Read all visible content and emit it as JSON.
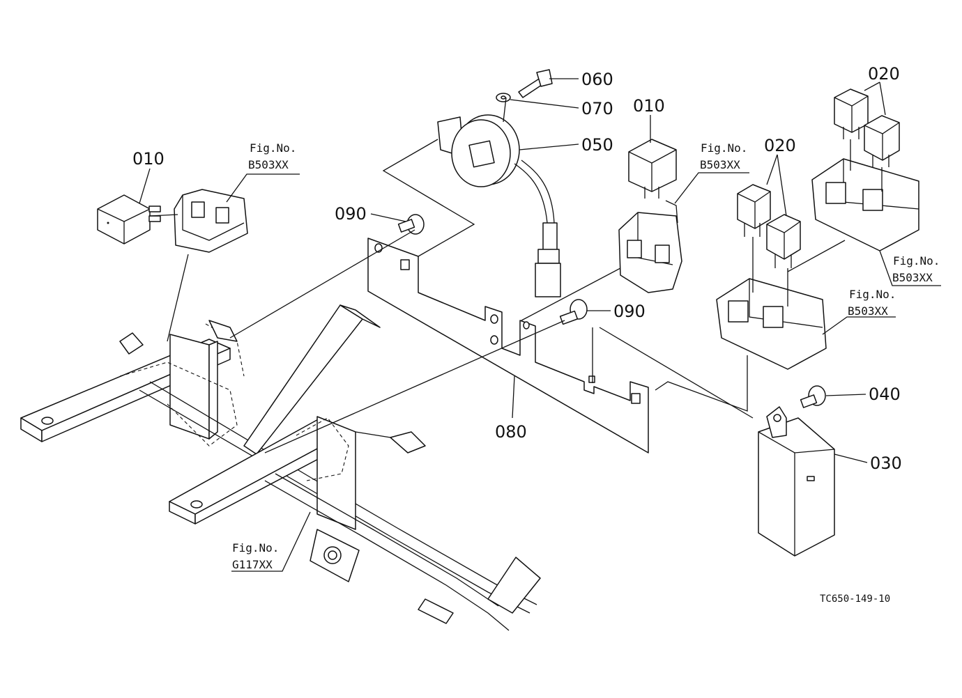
{
  "labels": {
    "p010_left": "010",
    "p010_mid": "010",
    "p020_mid": "020",
    "p020_right": "020",
    "p030": "030",
    "p040": "040",
    "p050": "050",
    "p060": "060",
    "p070": "070",
    "p080": "080",
    "p090_left": "090",
    "p090_right": "090"
  },
  "fig_refs": {
    "left": {
      "line1": "Fig.No.",
      "line2": "B503XX"
    },
    "mid": {
      "line1": "Fig.No.",
      "line2": "B503XX"
    },
    "right_upper": {
      "line1": "Fig.No.",
      "line2": "B503XX"
    },
    "right_lower": {
      "line1": "Fig.No.",
      "line2": "B503XX"
    },
    "frame": {
      "line1": "Fig.No.",
      "line2": "G117XX"
    }
  },
  "drawing_code": "TC650-149-10"
}
